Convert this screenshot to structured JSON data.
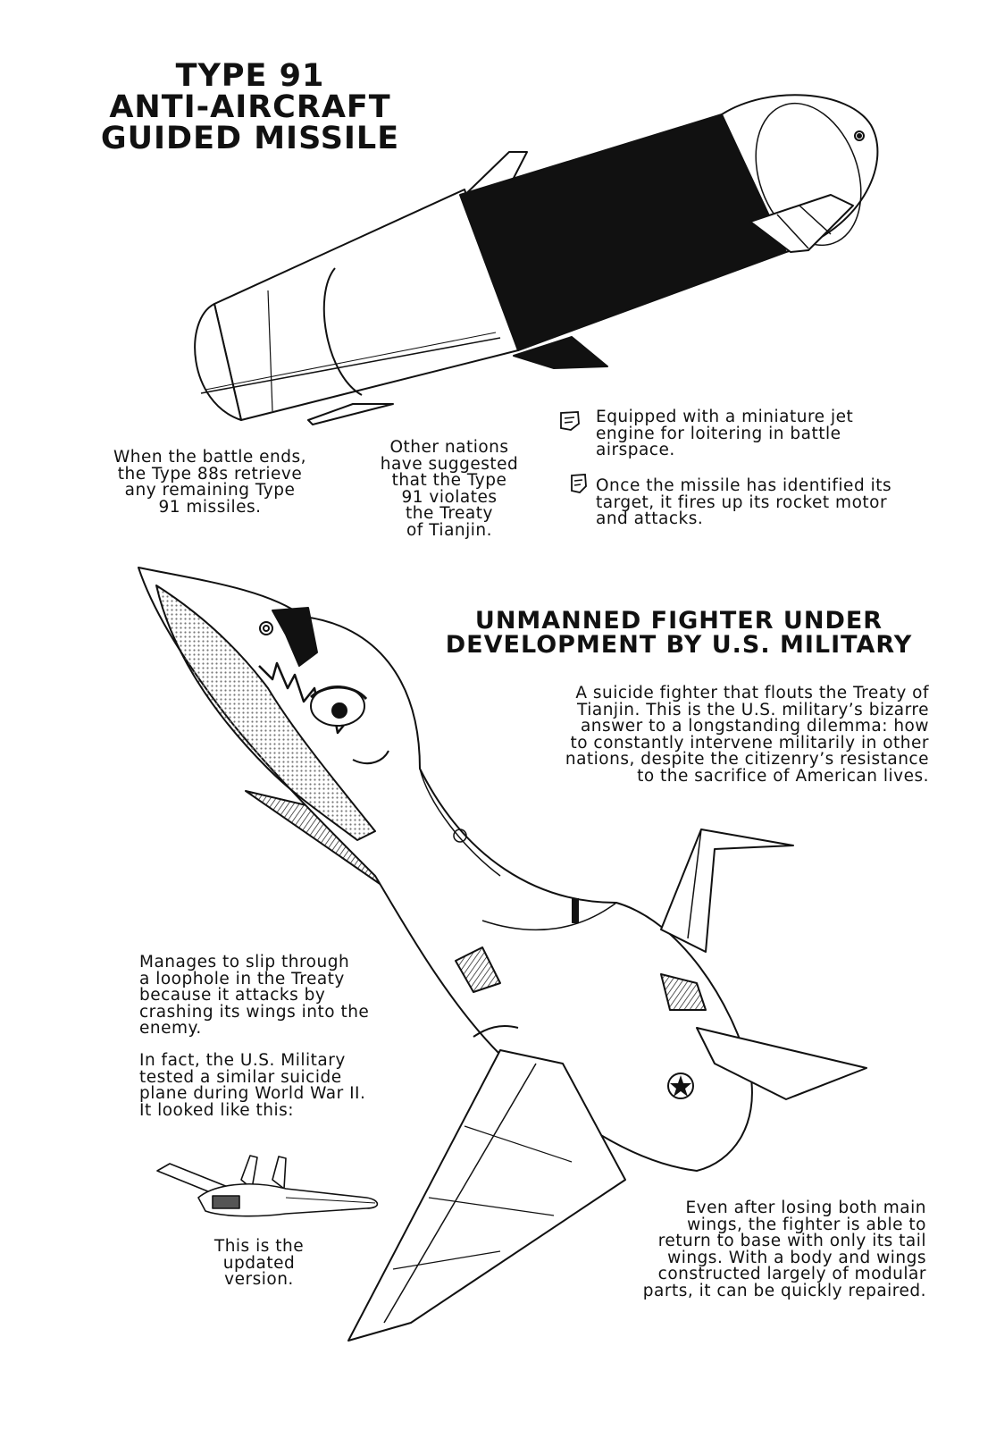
{
  "missile_section": {
    "title_lines": [
      "TYPE 91",
      "ANTI-AIRCRAFT",
      "GUIDED MISSILE"
    ],
    "caption_retrieve": [
      "When the battle ends,",
      "the Type 88s retrieve",
      "any remaining Type",
      "91 missiles."
    ],
    "caption_treaty": [
      "Other nations",
      "have suggested",
      "that the Type",
      "91 violates",
      "the Treaty",
      "of Tianjin."
    ],
    "note_jet": [
      "Equipped with a miniature jet",
      "engine for loitering in battle",
      "airspace."
    ],
    "note_rocket": [
      "Once the missile has identified its",
      "target, it fires up its rocket motor",
      "and attacks."
    ]
  },
  "fighter_section": {
    "title_lines": [
      "UNMANNED FIGHTER UNDER",
      "DEVELOPMENT BY U.S. MILITARY"
    ],
    "caption_suicide": [
      "A suicide fighter that flouts the Treaty of",
      "Tianjin. This is the U.S. military’s bizarre",
      "answer to a longstanding dilemma: how",
      "to constantly intervene militarily in other",
      "nations, despite the citizenry’s resistance",
      "to the sacrifice of American lives."
    ],
    "caption_loophole": [
      "Manages to slip through",
      "a loophole in the Treaty",
      "because it attacks by",
      "crashing its wings into the",
      "enemy."
    ],
    "caption_wwii": [
      "In fact, the U.S. Military",
      "tested a similar suicide",
      "plane during World War II.",
      "It looked like this:"
    ],
    "caption_updated": [
      "This is the",
      "updated",
      "version."
    ],
    "caption_repair": [
      "Even after losing both main",
      "wings, the fighter is able to",
      "return to base with only its tail",
      "wings. With a body and wings",
      "constructed largely of modular",
      "parts, it can be quickly repaired."
    ]
  },
  "icons": [
    "note-icon",
    "note-icon"
  ],
  "colors": {
    "ink": "#111111",
    "paper": "#ffffff",
    "screentone": "#b9b9b9"
  }
}
